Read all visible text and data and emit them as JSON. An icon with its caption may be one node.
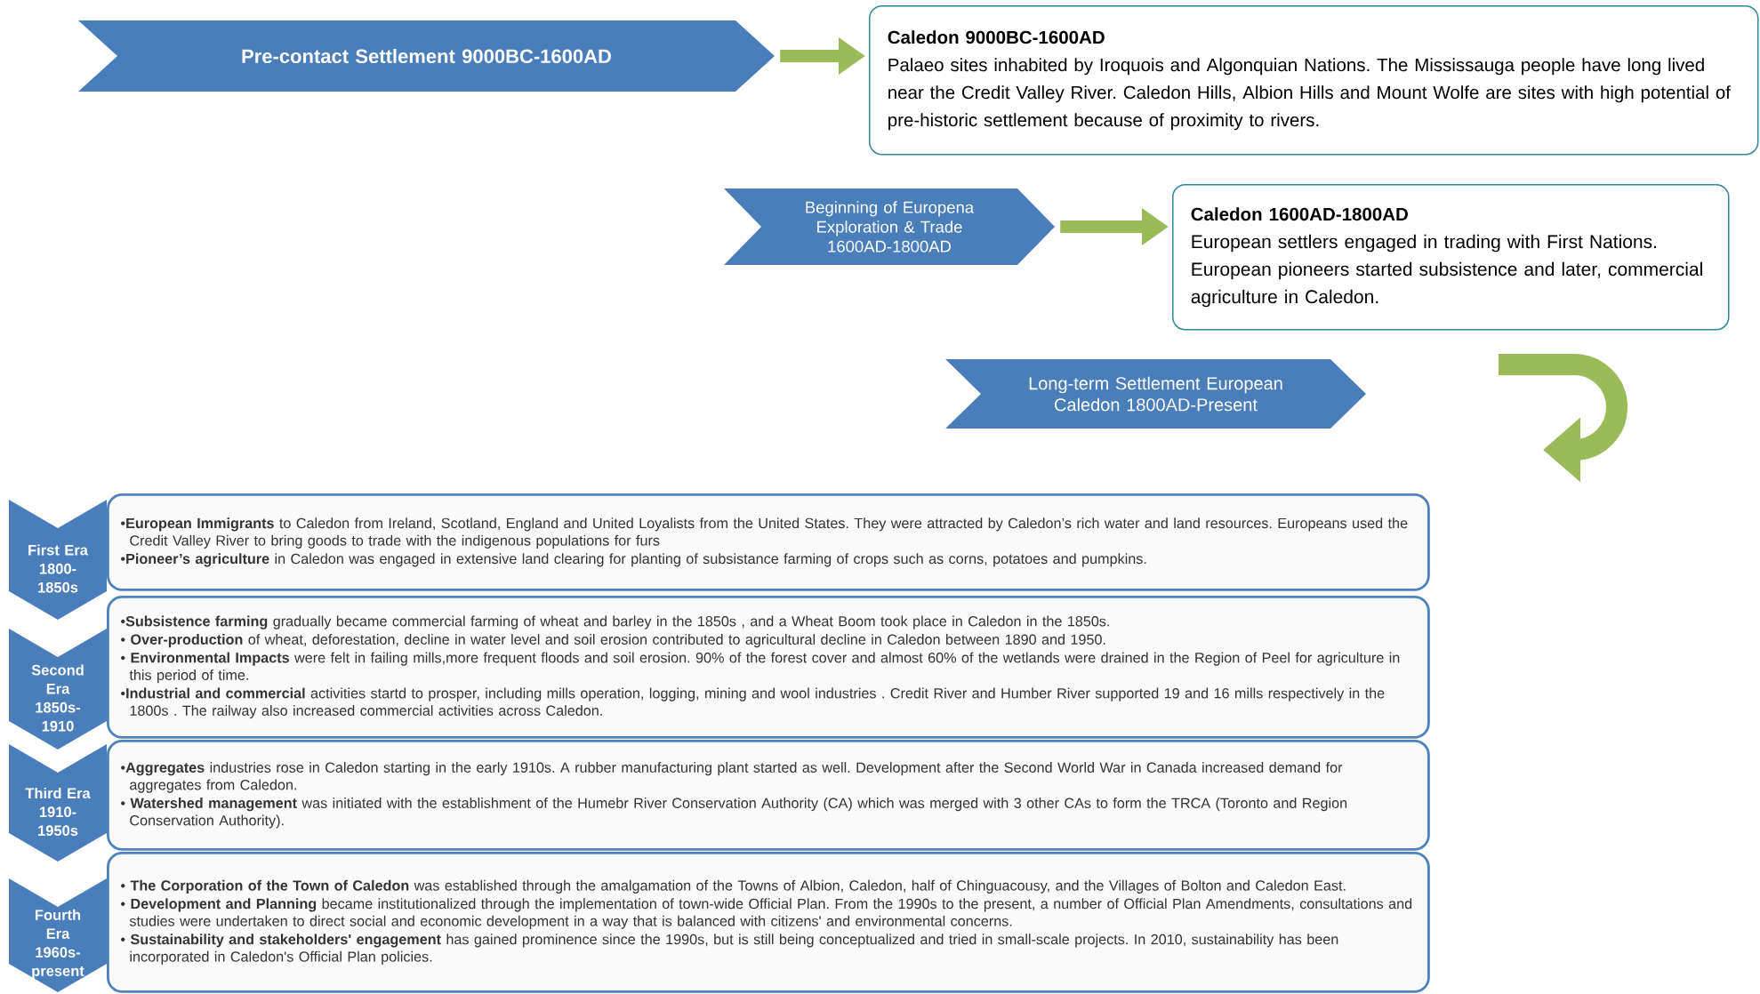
{
  "diagram": {
    "nodes": [
      {
        "text": [
          "Pre-contact Settlement 9000BC-1600AD"
        ]
      },
      {
        "text": [
          "Caledon 9000BC-1600AD",
          "Palaeo sites inhabited by Iroquois and Algonquian Nations. The Mississauga people have long lived near the Credit Valley River. Caledon Hills, Albion Hills and Mount Wolfe are sites with high potential of pre-historic settlement because of proximity to rivers."
        ]
      },
      {
        "text": [
          "Beginning of Europena Exploration & Trade 1600AD-1800AD"
        ]
      },
      {
        "text": [
          "Caledon 1600AD-1800AD",
          "European settlers engaged in trading with First Nations. European pioneers started subsistence and later, commercial agriculture in Caledon."
        ]
      },
      {
        "text": [
          "Long-term Settlement European Caledon 1800AD-Present"
        ]
      },
      {
        "text": [
          "First Era 1800-1850s"
        ]
      },
      {
        "text": [
          "•**European Immigrants** to Caledon from Ireland, Scotland, England and United Loyalists from the United States. They were attracted by Caledon’s rich water and land resources. Europeans used the Credit Valley River to bring goods to trade with the indigenous populations for furs",
          "•**Pioneer’s agriculture** in Caledon was engaged in extensive land clearing for planting of subsistance farming of crops such as corns, potatoes and pumpkins."
        ]
      },
      {
        "text": [
          "Second Era 1850s-1910"
        ]
      },
      {
        "text": [
          "•**Subsistence farming** gradually became commercial farming of wheat and barley in the 1850s , and a Wheat Boom took place in Caledon in the 1850s.",
          "• **Over-production** of wheat, deforestation, decline in water level and soil erosion contributed to agricultural decline in Caledon between 1890 and 1950.",
          "• **Environmental Impacts** were felt in failing mills,more frequent floods and soil erosion. 90% of the forest cover and almost 60% of the wetlands were drained in the Region of Peel for agriculture in this period of time.",
          "•**Industrial and commercial** activities startd to prosper, including mills operation, logging, mining and wool industries . Credit River and Humber River supported 19 and 16 mills respectively in the 1800s . The railway also increased commercial activities across Caledon."
        ]
      },
      {
        "text": [
          "Third Era 1910-1950s"
        ]
      },
      {
        "text": [
          "•**Aggregates** industries rose in Caledon starting in the early 1910s. A rubber manufacturing plant started as well. Development after the Second World War in Canada increased demand for aggregates from Caledon.",
          "• **Watershed management** was initiated with the establishment of the Humebr River Conservation Authority (CA) which was merged with 3 other CAs to form the TRCA (Toronto and Region Conservation Authority)."
        ]
      },
      {
        "text": [
          "Fourth Era 1960s-present"
        ]
      },
      {
        "text": [
          "• **The Corporation of the Town of Caledon** was established through the amalgamation of the Towns of Albion, Caledon, half of Chinguacousy, and the Villages of Bolton and Caledon East.",
          "• **Development and Planning** became institutionalized through the implementation of town-wide Official Plan. From the 1990s to the present, a number of Official Plan Amendments, consultations and studies were undertaken to direct social and economic development in a way that is balanced with citizens' and environmental concerns.",
          "• **Sustainability and stakeholders' engagement** has gained prominence since the 1990s, but is still being conceptualized and tried in small-scale projects. In 2010, sustainability has been incorporated in Caledon's Official Plan policies."
        ]
      }
    ],
    "edges": [
      {
        "from": 0,
        "to": 1,
        "arrow": "to"
      },
      {
        "from": 2,
        "to": 3,
        "arrow": "to"
      }
    ]
  }
}
